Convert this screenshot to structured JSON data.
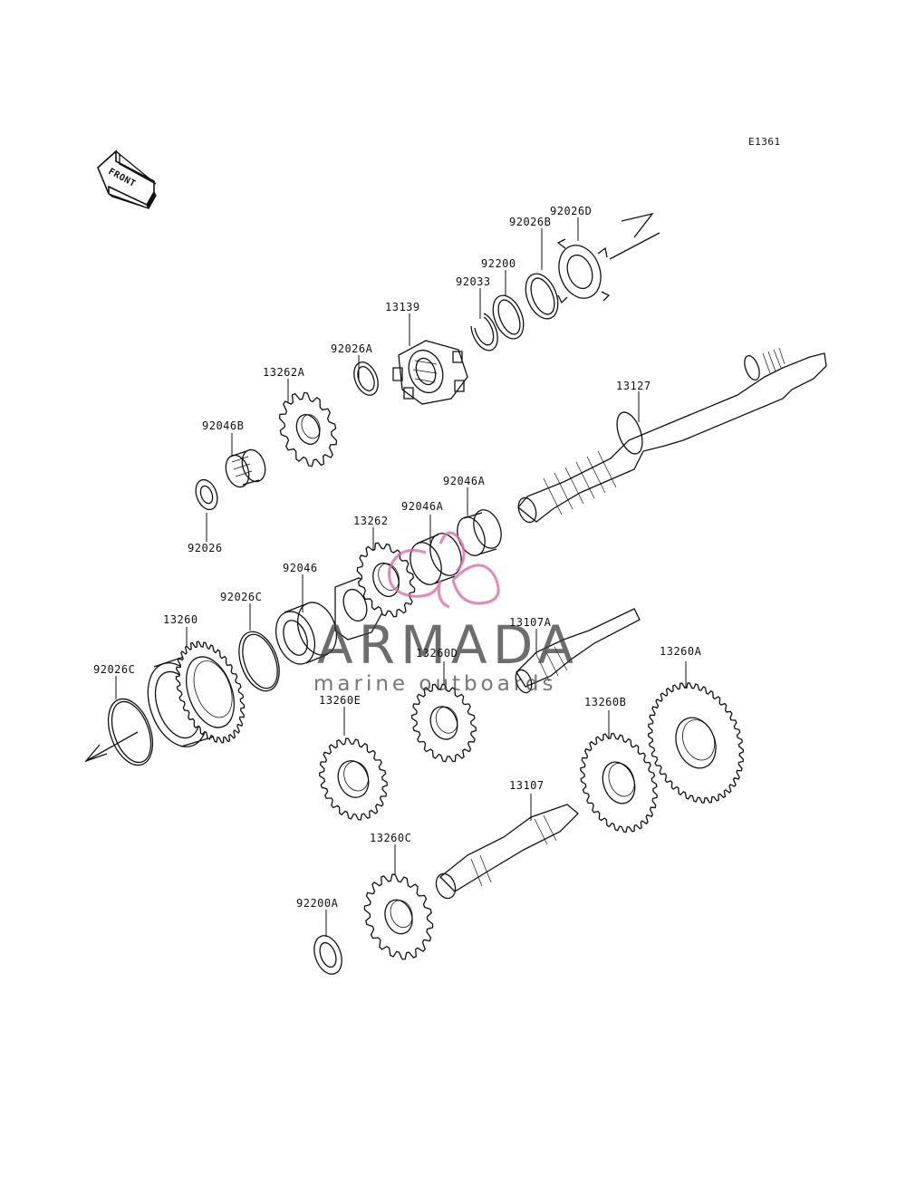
{
  "diagram_code": "E1361",
  "front_label": "FRONT",
  "watermark": {
    "title": "ARMADA",
    "subtitle": "marine outboards",
    "accent": "#e06aa8"
  },
  "parts": {
    "p92026D": "92026D",
    "p92026B": "92026B",
    "p92200": "92200",
    "p92033": "92033",
    "p13139": "13139",
    "p92026A": "92026A",
    "p13262A": "13262A",
    "p92046B": "92046B",
    "p92026": "92026",
    "p13127": "13127",
    "p92046A_1": "92046A",
    "p92046A_2": "92046A",
    "p13262": "13262",
    "p92046": "92046",
    "p92026C_1": "92026C",
    "p13260": "13260",
    "p92026C_2": "92026C",
    "p13107A": "13107A",
    "p13260D": "13260D",
    "p13260A": "13260A",
    "p13260E": "13260E",
    "p13260B": "13260B",
    "p13107": "13107",
    "p13260C": "13260C",
    "p92200A": "92200A"
  }
}
